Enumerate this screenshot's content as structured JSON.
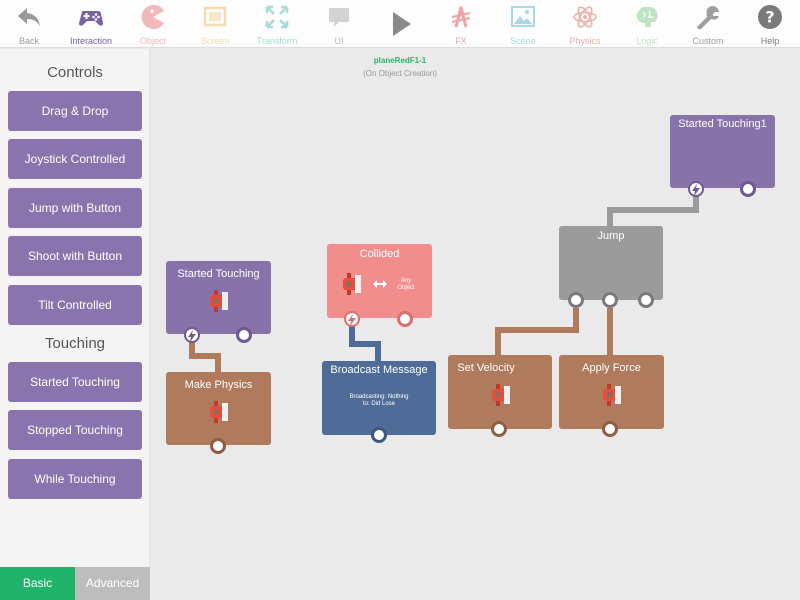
{
  "toolbar": {
    "items": [
      {
        "label": "Back",
        "icon": "back-arrow-icon",
        "color": "#9a9a9a"
      },
      {
        "label": "Interaction",
        "icon": "gamepad-icon",
        "color": "#7a62a8"
      },
      {
        "label": "Object",
        "icon": "pacman-icon",
        "color": "#f3b9b9"
      },
      {
        "label": "Screen",
        "icon": "screen-frame-icon",
        "color": "#f3dcae"
      },
      {
        "label": "Transform",
        "icon": "transform-arrows-icon",
        "color": "#a8dcd6"
      },
      {
        "label": "UI",
        "icon": "speech-bubble-icon",
        "color": "#d3d3d3"
      },
      {
        "label": "",
        "icon": "play-icon",
        "color": "#8a8a8a"
      },
      {
        "label": "FX",
        "icon": "fx-icon",
        "color": "#f0a3a3"
      },
      {
        "label": "Scene",
        "icon": "picture-icon",
        "color": "#a9d9e2"
      },
      {
        "label": "Physics",
        "icon": "atom-icon",
        "color": "#e8b3a8"
      },
      {
        "label": "Logic",
        "icon": "brain-icon",
        "color": "#bfe3c3"
      },
      {
        "label": "Custom",
        "icon": "wrench-icon",
        "color": "#9f9f9f"
      },
      {
        "label": "Help",
        "icon": "help-icon",
        "color": "#7a7a7a"
      }
    ]
  },
  "sidebar": {
    "controls_title": "Controls",
    "controls": [
      "Drag & Drop",
      "Joystick Controlled",
      "Jump with Button",
      "Shoot with Button",
      "Tilt Controlled"
    ],
    "touching_title": "Touching",
    "touching": [
      "Started Touching",
      "Stopped Touching",
      "While Touching"
    ],
    "tabs": {
      "basic": "Basic",
      "advanced": "Advanced"
    }
  },
  "canvas": {
    "object_name": "planeRedF1-1",
    "object_subtitle": "(On Object Creation)",
    "blocks": {
      "started_touching": "Started Touching",
      "make_physics": "Make Physics",
      "collided": "Collided",
      "collided_target": "Any Object",
      "broadcast": "Broadcast Message",
      "broadcast_detail": "Broadcasting: Nothing to: Did Lose",
      "set_velocity": "Set Velocity",
      "apply_force": "Apply Force",
      "jump": "Jump",
      "started_touching1": "Started Touching1"
    }
  },
  "colors": {
    "accent_purple": "#8872aa",
    "action_brown": "#b07a5d",
    "event_salmon": "#f28d8d",
    "message_blue": "#4f6c98",
    "behavior_gray": "#9b9b9b",
    "basic_tab_green": "#20b36a",
    "object_name_green": "#2bb56b"
  }
}
